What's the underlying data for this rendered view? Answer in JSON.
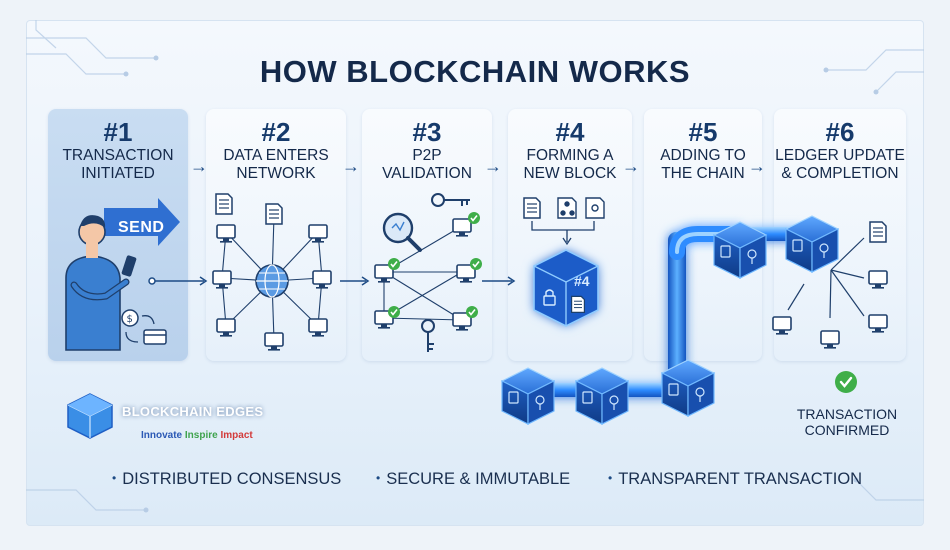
{
  "title": "HOW BLOCKCHAIN WORKS",
  "steps": [
    {
      "number": "#1",
      "line1": "TRANSACTION",
      "line2": "INITIATED"
    },
    {
      "number": "#2",
      "line1": "DATA ENTERS",
      "line2": "NETWORK"
    },
    {
      "number": "#3",
      "line1": "P2P",
      "line2": "VALIDATION"
    },
    {
      "number": "#4",
      "line1": "FORMING A",
      "line2": "NEW BLOCK"
    },
    {
      "number": "#5",
      "line1": "ADDING TO",
      "line2": "THE CHAIN"
    },
    {
      "number": "#6",
      "line1": "LEDGER UPDATE",
      "line2": "& COMPLETION"
    }
  ],
  "arrow_glyph": "→",
  "send_label": "SEND",
  "block_label": "#4",
  "brand": {
    "name": "BLOCKCHAIN EDGES",
    "tagline_1": "Innovate",
    "tagline_2": "Inspire",
    "tagline_3": "Impact"
  },
  "confirmation": {
    "line1": "TRANSACTION",
    "line2": "CONFIRMED"
  },
  "features": [
    "DISTRIBUTED CONSENSUS",
    "SECURE & IMMUTABLE",
    "TRANSPARENT TRANSACTION"
  ],
  "bullet_glyph": "•",
  "colors": {
    "title": "#14294a",
    "accent": "#1d4b85",
    "block_glow": "#2e8cff",
    "check": "#3fae49",
    "send_arrow": "#2f6fd1"
  },
  "icons": [
    "person-with-phone-icon",
    "money-exchange-icon",
    "document-icon",
    "globe-icon",
    "computer-node-icon",
    "magnifier-icon",
    "key-icon",
    "check-icon",
    "block-cube-icon",
    "lock-icon",
    "network-icon"
  ]
}
